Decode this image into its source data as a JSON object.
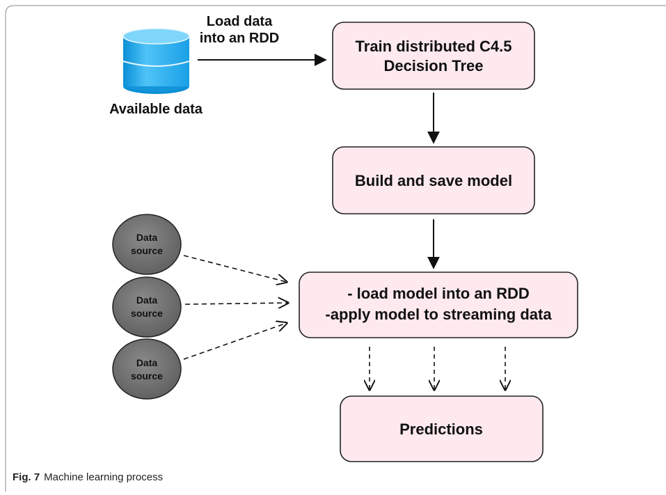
{
  "source_node": {
    "label": "Available data"
  },
  "load_edge": {
    "label_lines": [
      "Load data",
      "into an RDD"
    ]
  },
  "process_boxes": {
    "train": {
      "lines": [
        "Train distributed C4.5",
        "Decision Tree"
      ]
    },
    "build": {
      "lines": [
        "Build and save model"
      ]
    },
    "apply": {
      "lines": [
        "- load model into an RDD",
        "-apply model to streaming data"
      ]
    },
    "predictions": {
      "lines": [
        "Predictions"
      ]
    }
  },
  "data_sources": [
    {
      "lines": [
        "Data",
        "source"
      ]
    },
    {
      "lines": [
        "Data",
        "source"
      ]
    },
    {
      "lines": [
        "Data",
        "source"
      ]
    }
  ],
  "caption": {
    "figure_label": "Fig. 7",
    "text": "Machine learning process"
  },
  "colors": {
    "box_fill": "#fde9ee",
    "box_stroke": "#222222",
    "source_fill": "#6b6b6b",
    "cylinder_light": "#4fc3f7",
    "cylinder_dark": "#0a8fd6"
  }
}
